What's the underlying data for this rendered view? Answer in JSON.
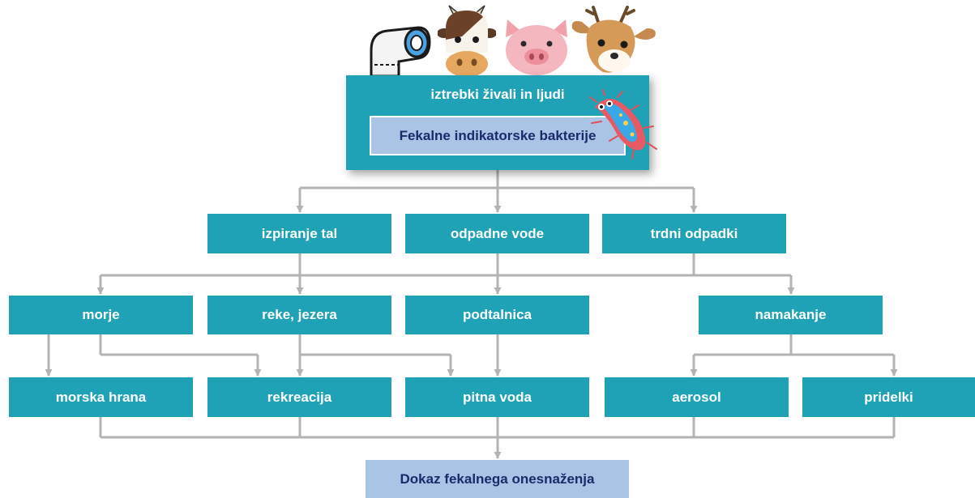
{
  "source": {
    "title": "iztrebki živali in ljudi",
    "indicator": "Fekalne indikatorske bakterije"
  },
  "pathways": {
    "soil_leaching": "izpiranje tal",
    "wastewater": "odpadne vode",
    "solid_waste": "trdni odpadki"
  },
  "receptors": {
    "sea": "morje",
    "rivers_lakes": "reke, jezera",
    "groundwater": "podtalnica",
    "irrigation": "namakanje"
  },
  "exposures": {
    "seafood": "morska hrana",
    "recreation": "rekreacija",
    "drinking_water": "pitna voda",
    "aerosol": "aerosol",
    "crops": "pridelki"
  },
  "result": "Dokaz fekalnega onesnaženja",
  "icons": [
    "toilet-paper-icon",
    "cow-icon",
    "pig-icon",
    "deer-icon",
    "bacterium-icon"
  ],
  "colors": {
    "box": "#1fa2b5",
    "highlight_box": "#aac4e6",
    "highlight_text": "#1a2a6a",
    "connector": "#b3b3b3"
  }
}
